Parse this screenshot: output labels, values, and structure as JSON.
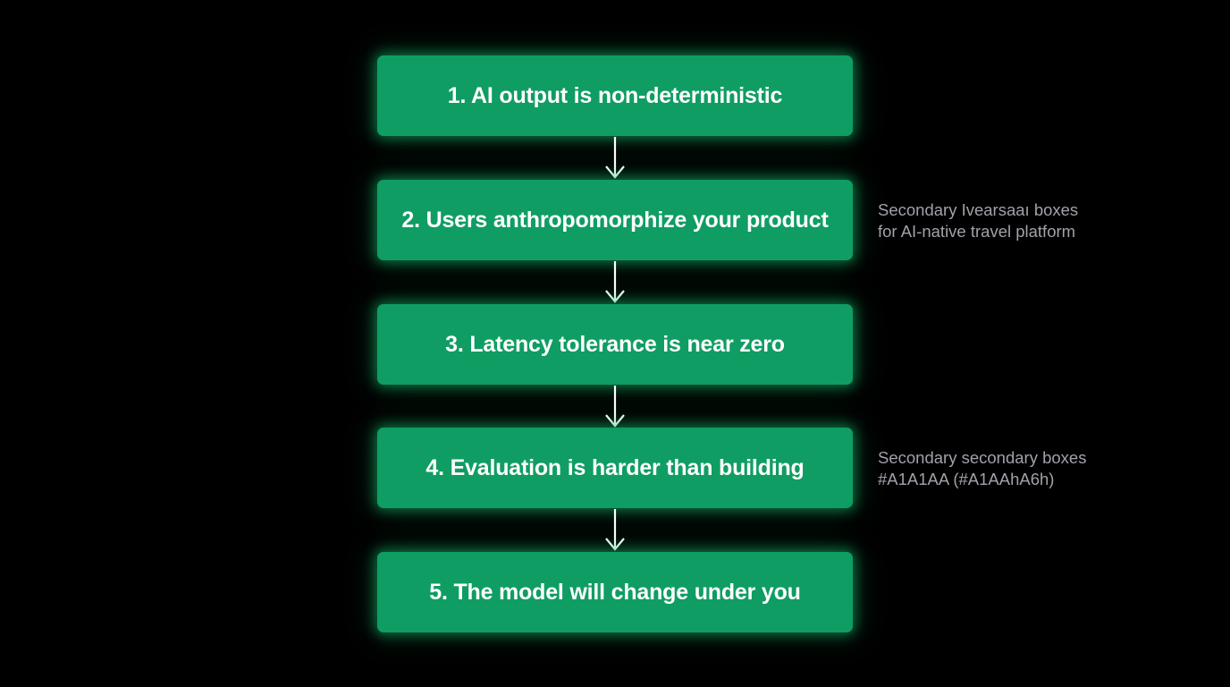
{
  "steps": [
    {
      "label": "1. AI output is non-deterministic"
    },
    {
      "label": "2. Users anthropomorphize your product"
    },
    {
      "label": "3. Latency tolerance is near zero"
    },
    {
      "label": "4. Evaluation is harder than building"
    },
    {
      "label": "5. The model will change under you"
    }
  ],
  "notes": [
    {
      "line1": "Secondary Ivearsaaı boxes",
      "line2": "for AI-native travel platform"
    },
    {
      "line1": "Secondary secondary boxes",
      "line2": "#A1A1AA (#A1AAhA6h)"
    }
  ],
  "colors": {
    "background": "#000000",
    "box_fill": "#0f9d63",
    "box_glow": "#16be6e",
    "box_text": "#ffffff",
    "arrow": "#ffffff",
    "note_text": "#a1a1aa"
  },
  "icons": {
    "connector": "arrow-down-icon"
  }
}
